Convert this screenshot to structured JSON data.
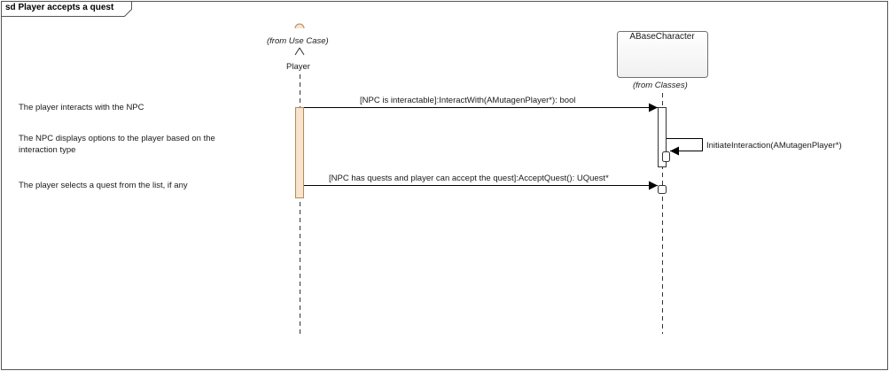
{
  "frame": {
    "title": "sd Player accepts a quest"
  },
  "actor": {
    "stereotype": "(from Use Case)",
    "name": "Player"
  },
  "lifeline_class": {
    "name": "ABaseCharacter",
    "stereotype": "(from Classes)"
  },
  "messages": [
    {
      "label": "[NPC is interactable]:InteractWith(AMutagenPlayer*): bool"
    },
    {
      "label": "InitiateInteraction(AMutagenPlayer*)"
    },
    {
      "label": "[NPC has quests and player can accept the quest]:AcceptQuest(): UQuest*"
    }
  ],
  "notes": [
    {
      "text": "The player interacts with the NPC"
    },
    {
      "text": "The NPC displays options to the player based on the interaction type"
    },
    {
      "text": "The player selects a quest from the list, if any"
    }
  ],
  "colors": {
    "frame_border": "#555555",
    "activation_actor": "#f8e4cc",
    "activation_actor_border": "#b08a60",
    "class_box_fill": "#ffffff",
    "class_box_border": "#707070",
    "line": "#000000"
  }
}
